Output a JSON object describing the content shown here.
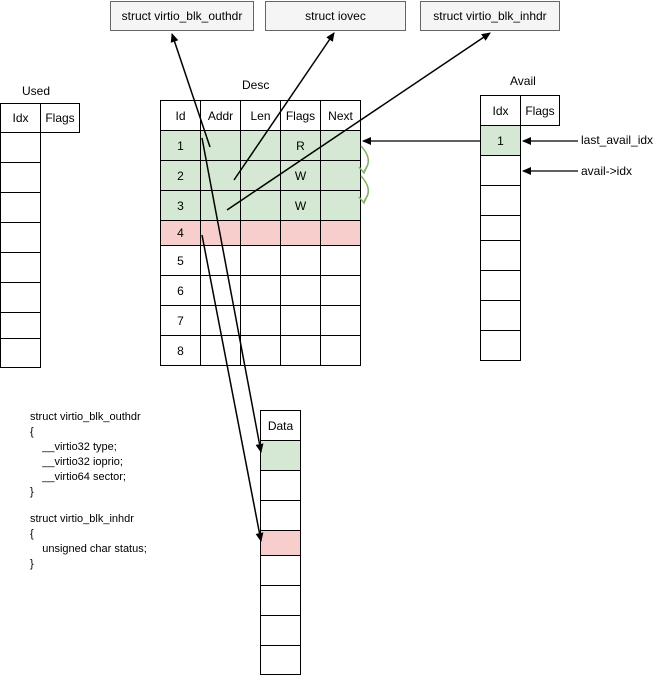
{
  "headers": {
    "outhdr": "struct virtio_blk_outhdr",
    "iovec": "struct iovec",
    "inhdr": "struct virtio_blk_inhdr"
  },
  "used": {
    "title": "Used",
    "columns": [
      "Idx",
      "Flags"
    ]
  },
  "desc": {
    "title": "Desc",
    "columns": [
      "Id",
      "Addr",
      "Len",
      "Flags",
      "Next"
    ],
    "rows": [
      {
        "id": "1",
        "flags": "R"
      },
      {
        "id": "2",
        "flags": "W"
      },
      {
        "id": "3",
        "flags": "W"
      },
      {
        "id": "4",
        "flags": ""
      },
      {
        "id": "5",
        "flags": ""
      },
      {
        "id": "6",
        "flags": ""
      },
      {
        "id": "7",
        "flags": ""
      },
      {
        "id": "8",
        "flags": ""
      }
    ]
  },
  "avail": {
    "title": "Avail",
    "columns": [
      "Idx",
      "Flags"
    ],
    "first_value": "1",
    "pointers": [
      "last_avail_idx",
      "avail->idx"
    ]
  },
  "data": {
    "title": "Data"
  },
  "code": [
    "struct virtio_blk_outhdr",
    "{",
    "    __virtio32 type;",
    "    __virtio32 ioprio;",
    "    __virtio64 sector;",
    "}",
    "",
    "struct virtio_blk_inhdr",
    "{",
    "    unsigned char status;",
    "}"
  ],
  "colors": {
    "green_fill": "#d5e8d4",
    "red_fill": "#f8cecc",
    "chain_arrow": "#82b366"
  }
}
